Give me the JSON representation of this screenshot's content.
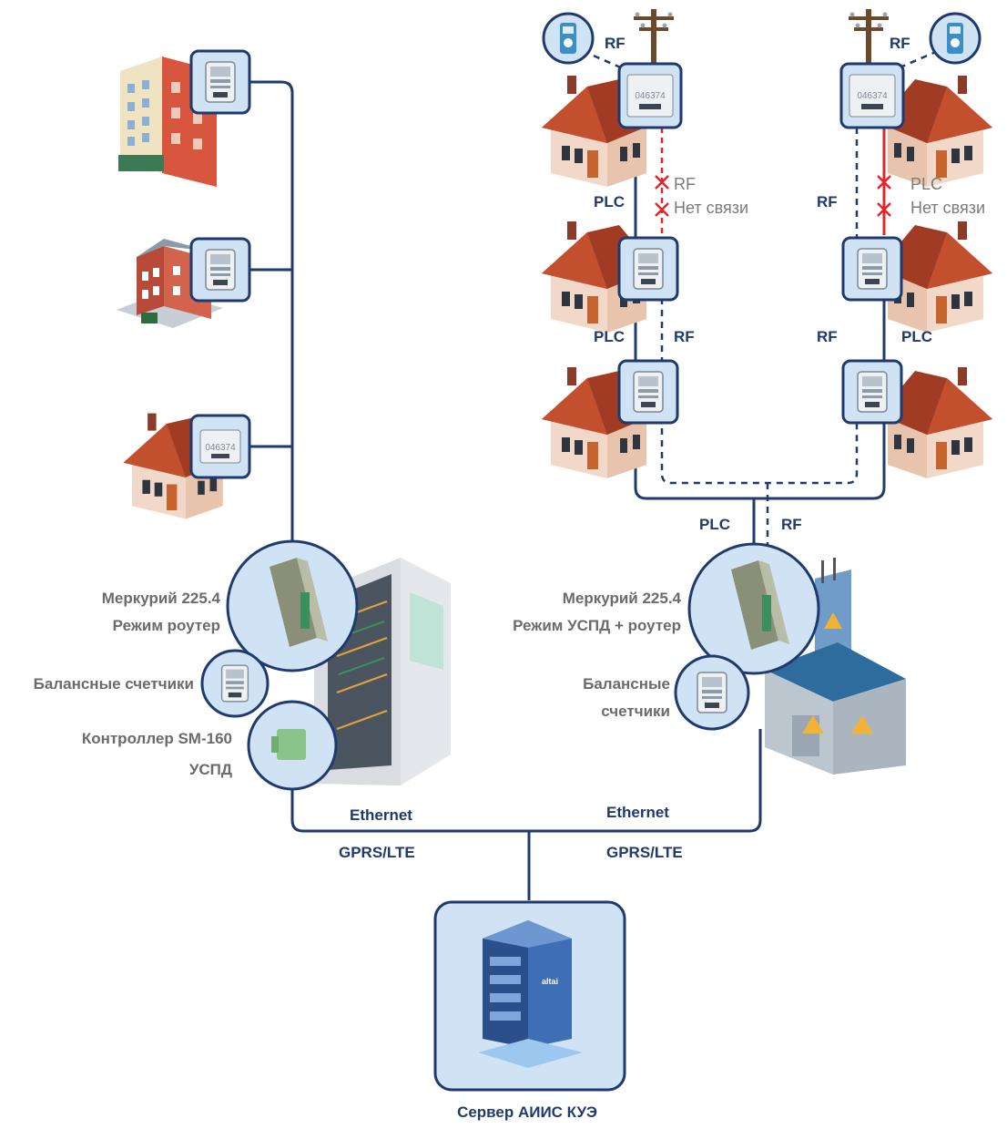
{
  "links": {
    "plc": "PLC",
    "rf": "RF",
    "ethernet": "Ethernet",
    "gprs": "GPRS/LTE"
  },
  "errors": {
    "left": {
      "line1": "RF",
      "line2": "Нет связи"
    },
    "right": {
      "line1": "PLC",
      "line2": "Нет связи"
    }
  },
  "devices": {
    "router_left": {
      "line1": "Меркурий 225.4",
      "line2": "Режим роутер"
    },
    "router_right": {
      "line1": "Меркурий 225.4",
      "line2": "Режим УСПД + роутер"
    },
    "balance_left": "Балансные счетчики",
    "balance_right": {
      "line1": "Балансные",
      "line2": "счетчики"
    },
    "controller": {
      "line1": "Контроллер SM-160",
      "line2": "УСПД"
    }
  },
  "meter_display": "046374",
  "server": {
    "label": "Сервер АИИС КУЭ",
    "brand": "altai"
  },
  "colors": {
    "navy": "#1f3a6e",
    "node_fill": "#cfe3f4",
    "error_red": "#e0262b",
    "gray_text": "#6b6b6b"
  }
}
